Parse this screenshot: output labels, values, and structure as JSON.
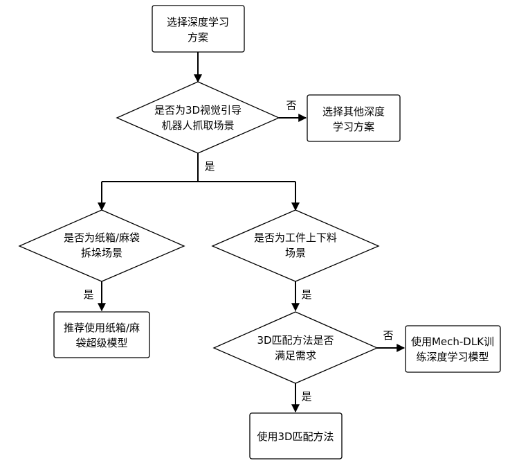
{
  "nodes": {
    "start": {
      "lines": [
        "选择深度学习",
        "方案"
      ]
    },
    "q_3d_guided": {
      "lines": [
        "是否为3D视觉引导",
        "机器人抓取场景"
      ]
    },
    "other_solution": {
      "lines": [
        "选择其他深度",
        "学习方案"
      ]
    },
    "q_carton_bag": {
      "lines": [
        "是否为纸箱/麻袋",
        "拆垛场景"
      ]
    },
    "recommend_super": {
      "lines": [
        "推荐使用纸箱/麻",
        "袋超级模型"
      ]
    },
    "q_workpiece": {
      "lines": [
        "是否为工件上下料",
        "场景"
      ]
    },
    "q_3d_match": {
      "lines": [
        "3D匹配方法是否",
        "满足需求"
      ]
    },
    "train_dlk": {
      "lines": [
        "使用Mech-DLK训",
        "练深度学习模型"
      ]
    },
    "use_3d_match": {
      "lines": [
        "使用3D匹配方法"
      ]
    }
  },
  "edge_labels": {
    "q1_no": "否",
    "q1_yes": "是",
    "q2_yes": "是",
    "q3_yes": "是",
    "q4_no": "否",
    "q4_yes": "是"
  }
}
